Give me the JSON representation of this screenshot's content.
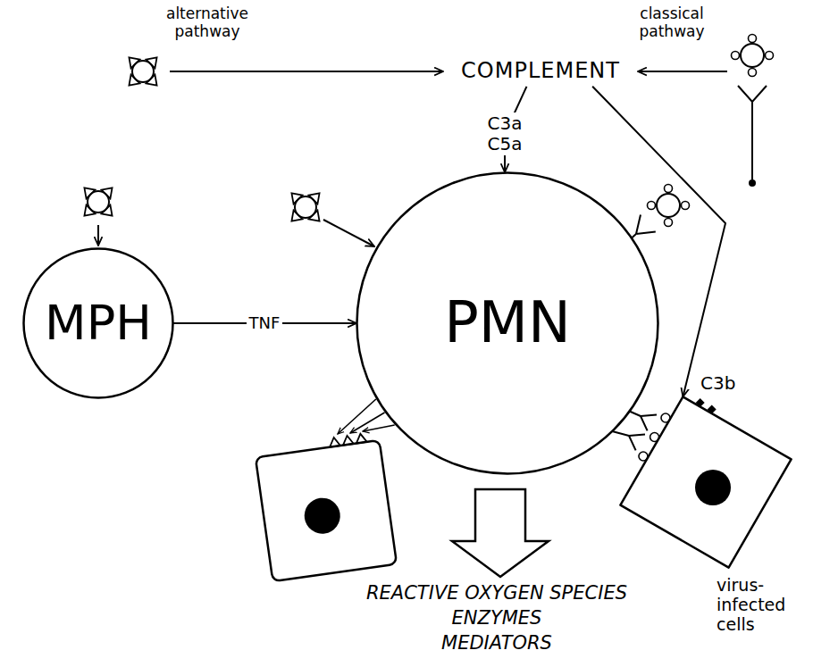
{
  "diagram": {
    "nodes": [
      {
        "text": [
          "COMPLEMENT"
        ]
      },
      {
        "text": [
          "MPH"
        ]
      },
      {
        "text": [
          "PMN"
        ]
      },
      {
        "text": [
          "C3b",
          "virus- infected cells"
        ]
      }
    ],
    "edges": [
      {
        "from": 0,
        "to": 2,
        "label": "C3a C5a",
        "arrow": "to"
      },
      {
        "from": 0,
        "to": 3,
        "arrow": "to"
      },
      {
        "from": 1,
        "to": 2,
        "label": "TNF",
        "arrow": "to"
      }
    ],
    "labels": [
      "alternative pathway",
      "classical pathway",
      "REACTIVE OXYGEN SPECIES",
      "ENZYMES",
      "MEDIATORS"
    ]
  }
}
